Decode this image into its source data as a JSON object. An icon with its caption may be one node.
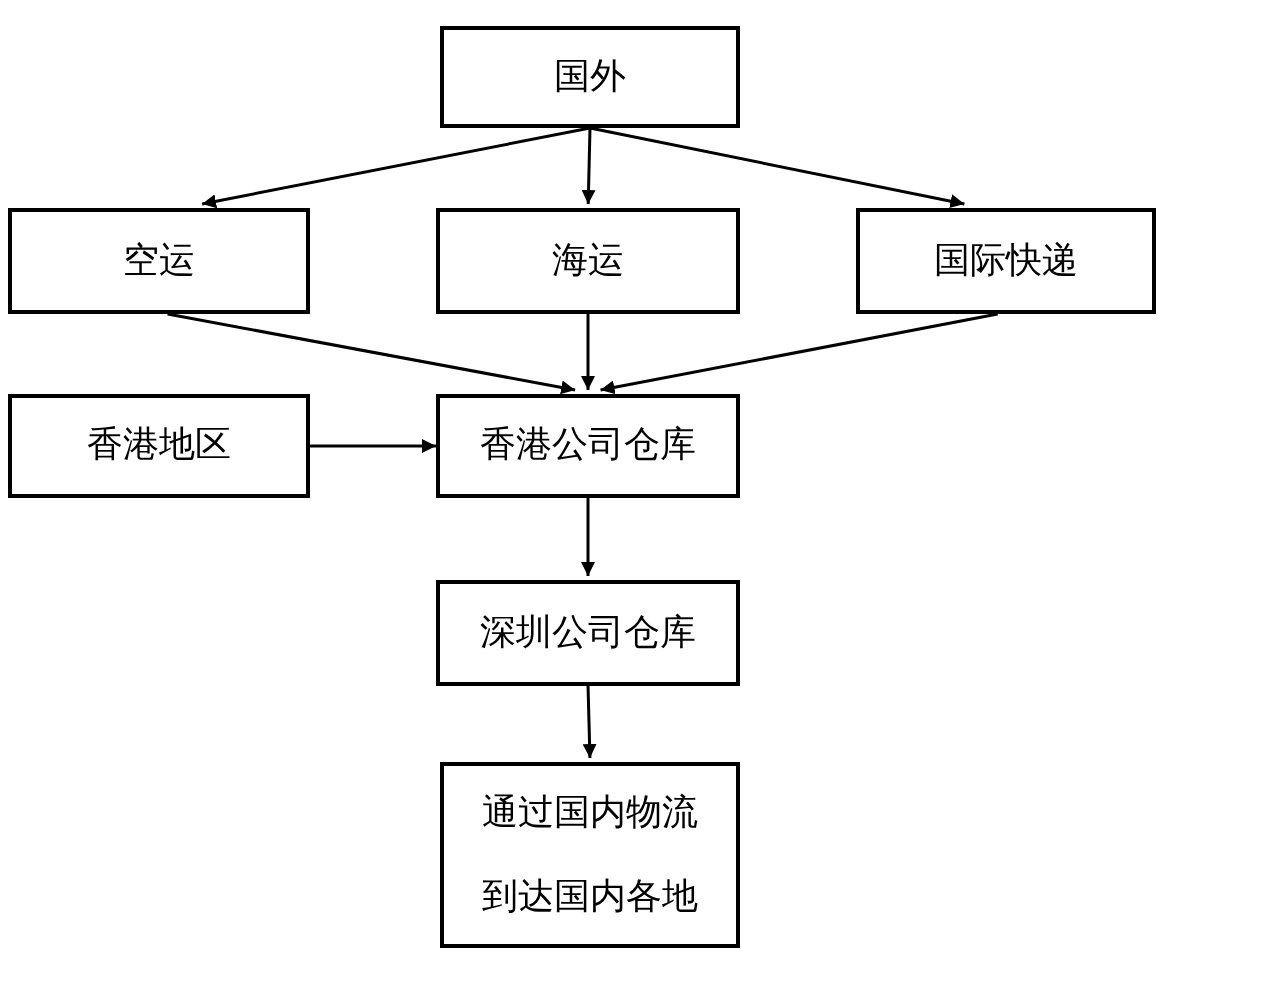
{
  "diagram": {
    "nodes": [
      {
        "text": [
          "国外"
        ]
      },
      {
        "text": [
          "空运"
        ]
      },
      {
        "text": [
          "海运"
        ]
      },
      {
        "text": [
          "国际快递"
        ]
      },
      {
        "text": [
          "香港地区"
        ]
      },
      {
        "text": [
          "香港公司仓库"
        ]
      },
      {
        "text": [
          "深圳公司仓库"
        ]
      },
      {
        "text": [
          "通过国内物流到达国内各地"
        ]
      }
    ],
    "edges": [
      {
        "from": 0,
        "to": 1,
        "arrow": "to"
      },
      {
        "from": 0,
        "to": 2,
        "arrow": "to"
      },
      {
        "from": 0,
        "to": 3,
        "arrow": "to"
      },
      {
        "from": 1,
        "to": 5,
        "arrow": "to"
      },
      {
        "from": 2,
        "to": 5,
        "arrow": "to"
      },
      {
        "from": 3,
        "to": 5,
        "arrow": "to"
      },
      {
        "from": 4,
        "to": 5,
        "arrow": "to"
      },
      {
        "from": 5,
        "to": 6,
        "arrow": "to"
      },
      {
        "from": 6,
        "to": 7,
        "arrow": "to"
      }
    ]
  }
}
